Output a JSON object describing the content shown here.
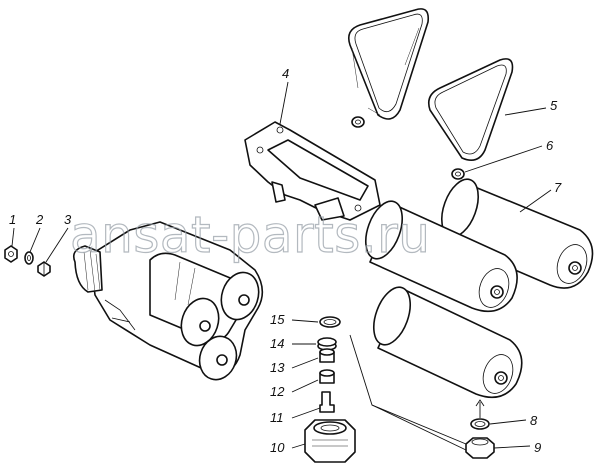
{
  "watermark": "ansat-parts.ru",
  "part_labels": [
    "1",
    "2",
    "3",
    "4",
    "5",
    "6",
    "7",
    "8",
    "9",
    "10",
    "11",
    "12",
    "13",
    "14",
    "15"
  ],
  "colors": {
    "ink": "#111111",
    "watermark": "#9aa2aa",
    "background": "#ffffff"
  }
}
